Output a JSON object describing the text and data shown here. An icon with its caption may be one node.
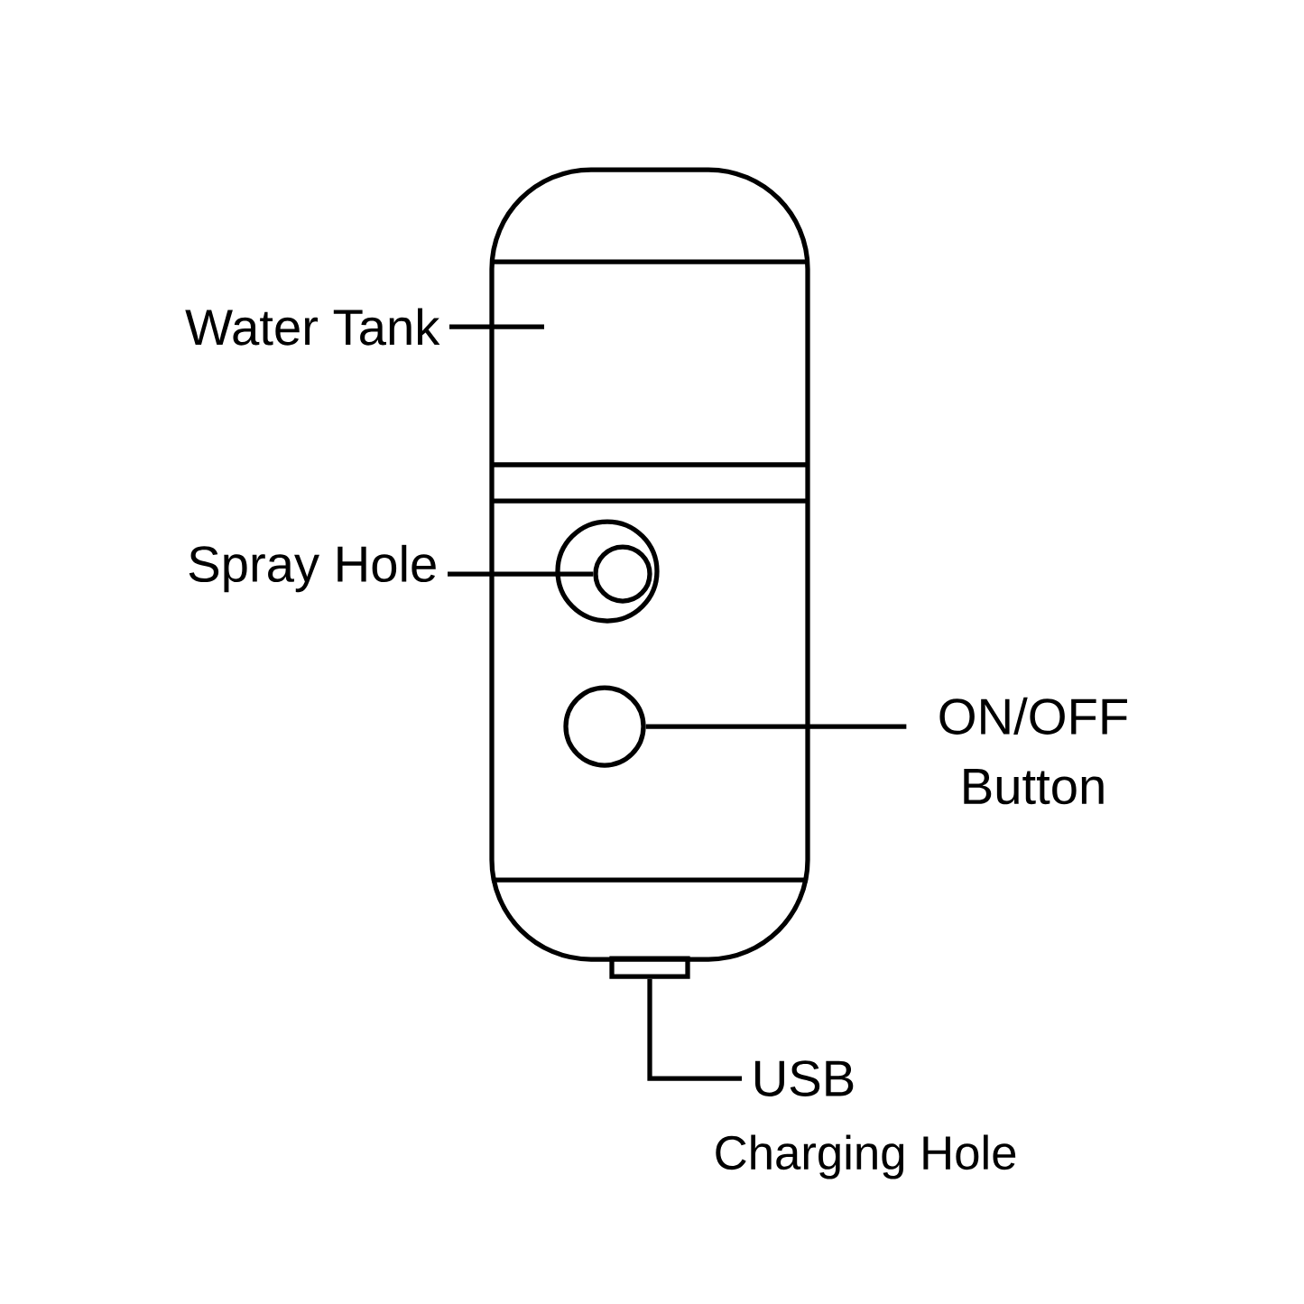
{
  "diagram": {
    "nodes": [
      {
        "text": [
          "Water Tank"
        ]
      },
      {
        "text": [
          "Spray Hole"
        ]
      },
      {
        "text": [],
        "shape": "circle"
      },
      {
        "text": [
          "ON/OFF Button"
        ]
      },
      {
        "text": [],
        "shape": "circle"
      },
      {
        "text": [
          "USB"
        ],
        "beside": [
          "Charging Hole"
        ]
      },
      {
        "text": [],
        "shape": "box"
      }
    ],
    "edges": [
      {
        "from": 0,
        "to": null,
        "arrow": "none"
      },
      {
        "from": 1,
        "to": 2,
        "arrow": "none"
      },
      {
        "from": 4,
        "to": 3,
        "arrow": "none"
      },
      {
        "from": 5,
        "to": 6,
        "arrow": "none"
      }
    ]
  }
}
